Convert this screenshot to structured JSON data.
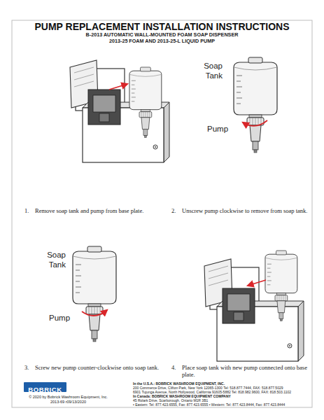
{
  "diagram": {
    "title": "PUMP REPLACEMENT INSTALLATION INSTRUCTIONS",
    "nodes": [
      {
        "text": [
          "BOBRICK"
        ]
      }
    ],
    "labels": [
      "B-2013 AUTOMATIC WALL-MOUNTED FOAM SOAP DISPENSER",
      "2013-25 FOAM AND 2013-25-L LIQUID PUMP",
      "Soap Tank",
      "Pump",
      "Soap Tank",
      "Pump",
      "1.",
      "Remove soap tank and pump from base plate.",
      "2.",
      "Unscrew pump clockwise to remove from soap tank.",
      "3.",
      "Screw new pump counter-clockwise onto soap tank.",
      "4.",
      "Place soap tank with new pump connected onto base plate.",
      "© 2020 by Bobrick Washroom Equipment, Inc.",
      "2013-69 r09/13/2020",
      "In the U.S.A.: BOBRICK WASHROOM EQUIPMENT, INC.",
      "200 Commerce Drive, Clifton Park, New York 12065-1300 Tel: 518.877.7444, FAX: 518.877.5029",
      "6901 Tujunga Avenue, North Hollywood, California 91605-5882 Tel: 818.982.9600, FAX: 818.503.1102",
      "In Canada: BOBRICK WASHROOM EQUIPMENT COMPANY",
      "45 Rolark Drive, Scarborough, Ontario M1R 3B1",
      "• Eastern: Tel: 877.423.6555, Fax: 877.423.6555 • Western: Tel: 877.423.8444, Fax: 877.423.8444"
    ]
  }
}
